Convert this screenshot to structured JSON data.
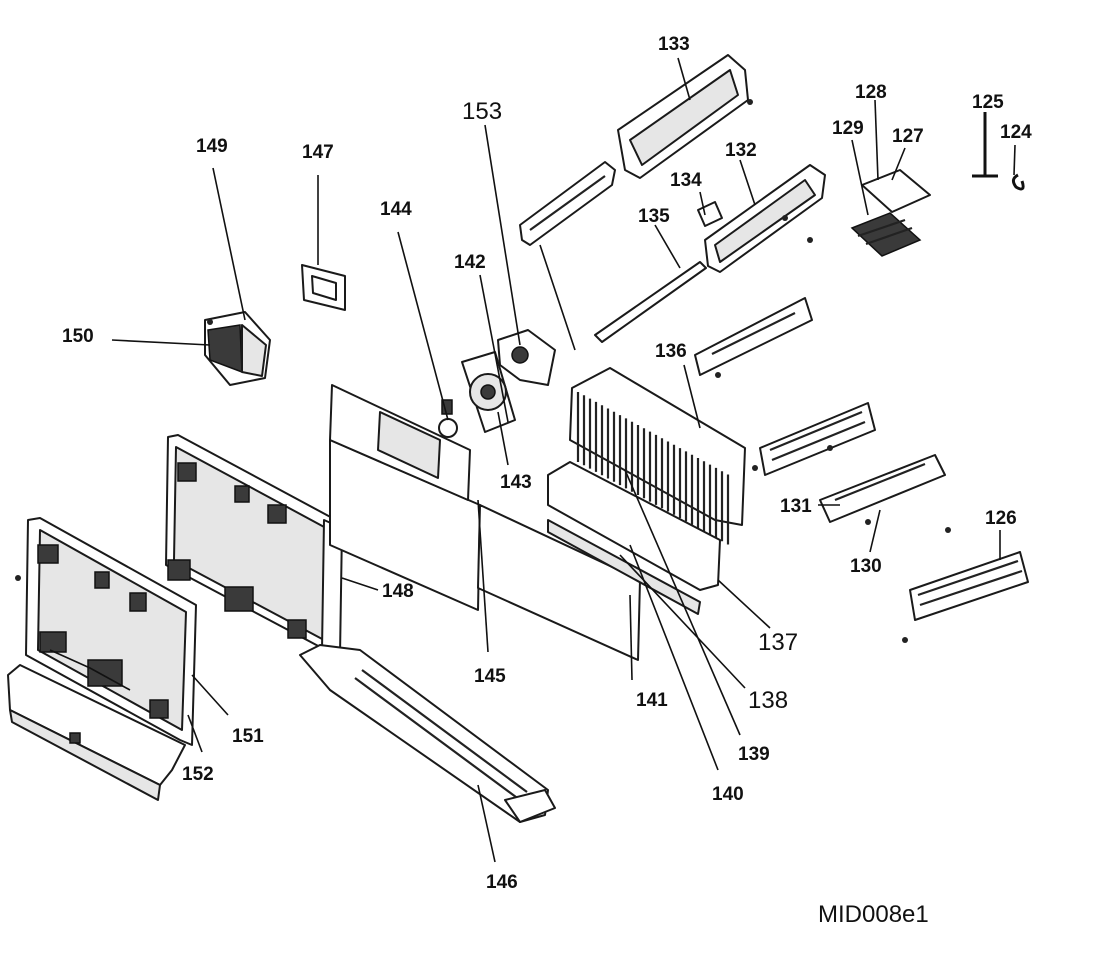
{
  "drawing_code": "MID008e1",
  "callouts": [
    {
      "id": "124",
      "label": "124",
      "style": "bold"
    },
    {
      "id": "125",
      "label": "125",
      "style": "bold"
    },
    {
      "id": "126",
      "label": "126",
      "style": "bold"
    },
    {
      "id": "127",
      "label": "127",
      "style": "bold"
    },
    {
      "id": "128",
      "label": "128",
      "style": "bold"
    },
    {
      "id": "129",
      "label": "129",
      "style": "bold"
    },
    {
      "id": "130",
      "label": "130",
      "style": "bold"
    },
    {
      "id": "131",
      "label": "131",
      "style": "bold"
    },
    {
      "id": "132",
      "label": "132",
      "style": "bold"
    },
    {
      "id": "133",
      "label": "133",
      "style": "bold"
    },
    {
      "id": "134",
      "label": "134",
      "style": "bold"
    },
    {
      "id": "135",
      "label": "135",
      "style": "bold"
    },
    {
      "id": "136",
      "label": "136",
      "style": "bold"
    },
    {
      "id": "137",
      "label": "137",
      "style": "plain"
    },
    {
      "id": "138",
      "label": "138",
      "style": "plain"
    },
    {
      "id": "139",
      "label": "139",
      "style": "bold"
    },
    {
      "id": "140",
      "label": "140",
      "style": "bold"
    },
    {
      "id": "141",
      "label": "141",
      "style": "bold"
    },
    {
      "id": "142",
      "label": "142",
      "style": "bold"
    },
    {
      "id": "143",
      "label": "143",
      "style": "bold"
    },
    {
      "id": "144",
      "label": "144",
      "style": "bold"
    },
    {
      "id": "145",
      "label": "145",
      "style": "bold"
    },
    {
      "id": "146",
      "label": "146",
      "style": "bold"
    },
    {
      "id": "147",
      "label": "147",
      "style": "bold"
    },
    {
      "id": "148",
      "label": "148",
      "style": "bold"
    },
    {
      "id": "149",
      "label": "149",
      "style": "bold"
    },
    {
      "id": "150",
      "label": "150",
      "style": "bold"
    },
    {
      "id": "151",
      "label": "151",
      "style": "bold"
    },
    {
      "id": "152",
      "label": "152",
      "style": "bold"
    },
    {
      "id": "153",
      "label": "153",
      "style": "plain"
    }
  ]
}
